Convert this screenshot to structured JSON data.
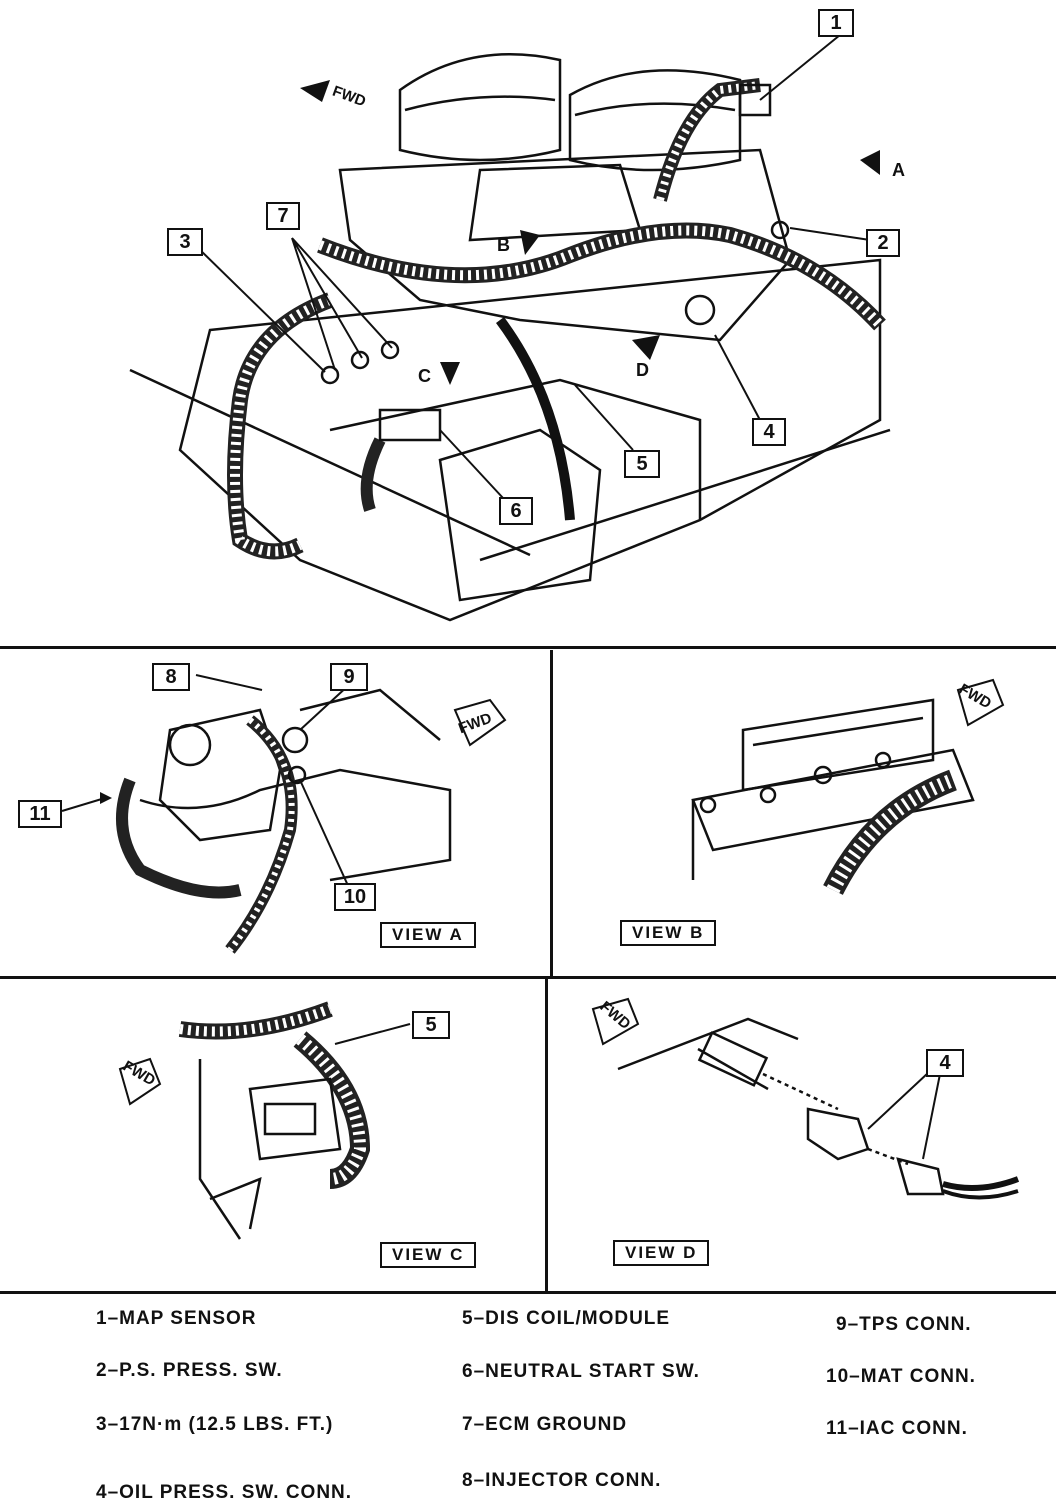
{
  "main": {
    "callouts": [
      "1",
      "2",
      "3",
      "4",
      "5",
      "6",
      "7"
    ],
    "fwd": "FWD",
    "view_letters": [
      "A",
      "B",
      "C",
      "D"
    ]
  },
  "view_a": {
    "label": "VIEW A",
    "callouts": [
      "8",
      "9",
      "10",
      "11"
    ],
    "fwd": "FWD"
  },
  "view_b": {
    "label": "VIEW B",
    "fwd": "FWD"
  },
  "view_c": {
    "label": "VIEW C",
    "callouts": [
      "5"
    ],
    "fwd": "FWD"
  },
  "view_d": {
    "label": "VIEW D",
    "callouts": [
      "4"
    ],
    "fwd": "FWD"
  },
  "legend": [
    "1–MAP SENSOR",
    "2–P.S. PRESS. SW.",
    "3–17N·m (12.5 LBS. FT.)",
    "4–OIL PRESS. SW. CONN.",
    "5–DIS COIL/MODULE",
    "6–NEUTRAL START SW.",
    "7–ECM GROUND",
    "8–INJECTOR CONN.",
    "9–TPS CONN.",
    "10–MAT CONN.",
    "11–IAC CONN."
  ]
}
